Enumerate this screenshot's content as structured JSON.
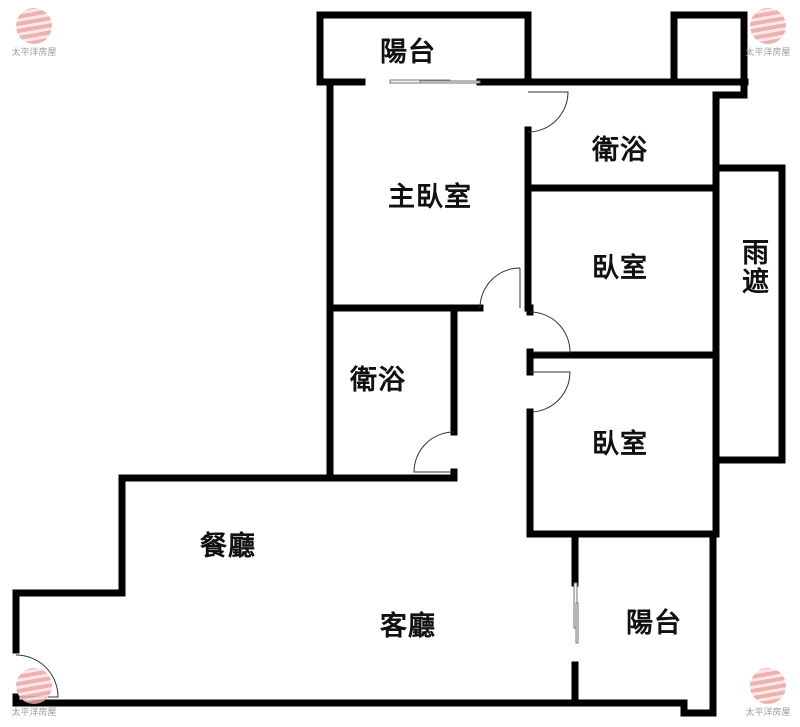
{
  "floorplan": {
    "rooms": {
      "balcony_top": "陽台",
      "master_bedroom": "主臥室",
      "bathroom_master": "衛浴",
      "bedroom_1": "臥室",
      "rain_shelter": "雨遮",
      "bathroom_common": "衛浴",
      "bedroom_2": "臥室",
      "dining_room": "餐廳",
      "living_room": "客廳",
      "balcony_bottom": "陽台"
    },
    "watermark": {
      "text": "太平洋房屋",
      "positions": [
        "top-left",
        "top-right",
        "bottom-left",
        "bottom-right"
      ]
    }
  }
}
